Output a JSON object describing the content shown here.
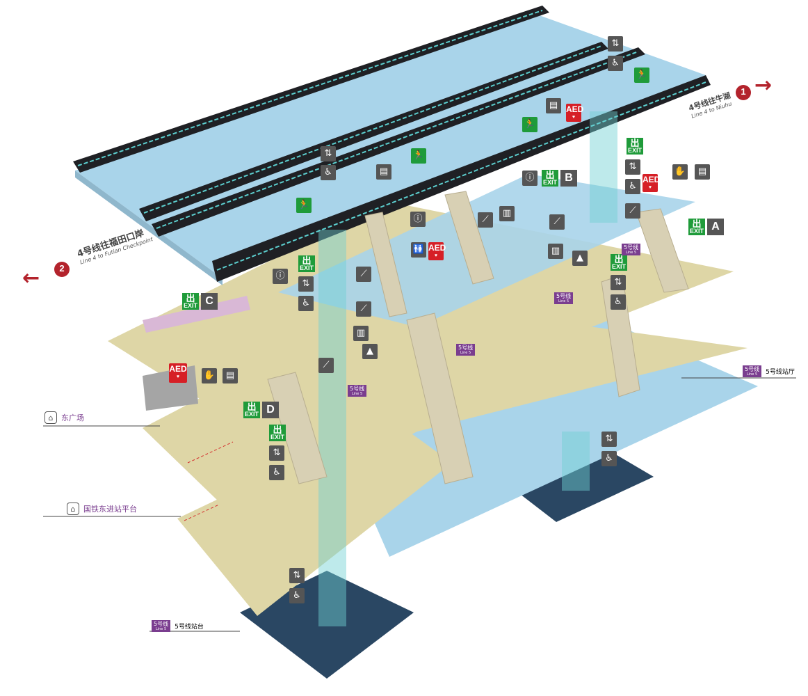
{
  "directions": {
    "futian": {
      "number": "2",
      "text": "4号线往福田口岸",
      "sub": "Line 4 to Futian Checkpoint"
    },
    "niuhu": {
      "number": "1",
      "text": "4号线往牛湖",
      "sub": "Line 4 to Niuhu"
    }
  },
  "exits": [
    {
      "id": "A",
      "exit_text": "EXIT"
    },
    {
      "id": "B",
      "exit_text": "EXIT"
    },
    {
      "id": "C",
      "exit_text": "EXIT"
    },
    {
      "id": "D",
      "exit_text": "EXIT"
    }
  ],
  "levels": {
    "east_plaza": "东广场",
    "railway_platform": "国铁东进站平台",
    "line5_hall": "5号线站厅",
    "line5_platform": "5号线站台"
  },
  "line5_tag": {
    "main": "5号线",
    "sub": "Line 5"
  },
  "aed_text": "AED",
  "exit_text": "EXIT",
  "icons": {
    "elevator": "elevator-icon",
    "accessible": "wheelchair-icon",
    "emergency_exit": "emergency-exit-icon",
    "ticket": "ticket-machine-icon",
    "toilet": "toilet-icon",
    "info": "service-center-icon"
  },
  "colors": {
    "platform_blue": "#a9d4ea",
    "concourse_beige": "#ded6a6",
    "platform_dark": "#2a4763",
    "exit_green": "#1f9b3a",
    "accent_red": "#b3232c",
    "line5_purple": "#7a3d8f",
    "train_dark": "#1f2024",
    "elevator_cyan": "#6fd0d3"
  }
}
